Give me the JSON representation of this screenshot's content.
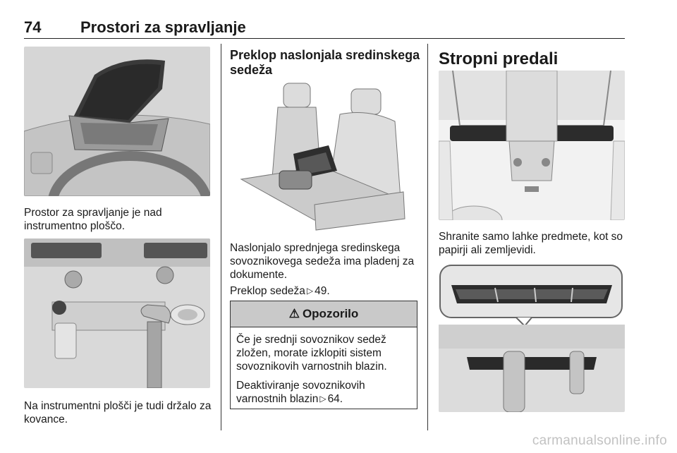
{
  "header": {
    "page_number": "74",
    "title": "Prostori za spravljanje"
  },
  "col1": {
    "caption_top": "Prostor za spravljanje je nad instrumentno ploščo.",
    "caption_bottom": "Na instrumentni plošči je tudi držalo za kovance."
  },
  "col2": {
    "heading": "Preklop naslonjala sredinskega sedeža",
    "paragraph": "Naslonjalo sprednjega sredinskega sovoznikovega sedeža ima pladenj za dokumente.",
    "ref_text": "Preklop sedeža",
    "ref_page": "49.",
    "warning": {
      "title": "Opozorilo",
      "p1": "Če je srednji sovoznikov sedež zložen, morate izklopiti sistem sovoznikovih varnostnih blazin.",
      "p2_text": "Deaktiviranje sovoznikovih varnostnih blazin",
      "p2_ref": "64."
    }
  },
  "col3": {
    "title": "Stropni predali",
    "paragraph": "Shranite samo lahke predmete, kot so papirji ali zemljevidi."
  },
  "watermark": "carmanualsonline.info"
}
